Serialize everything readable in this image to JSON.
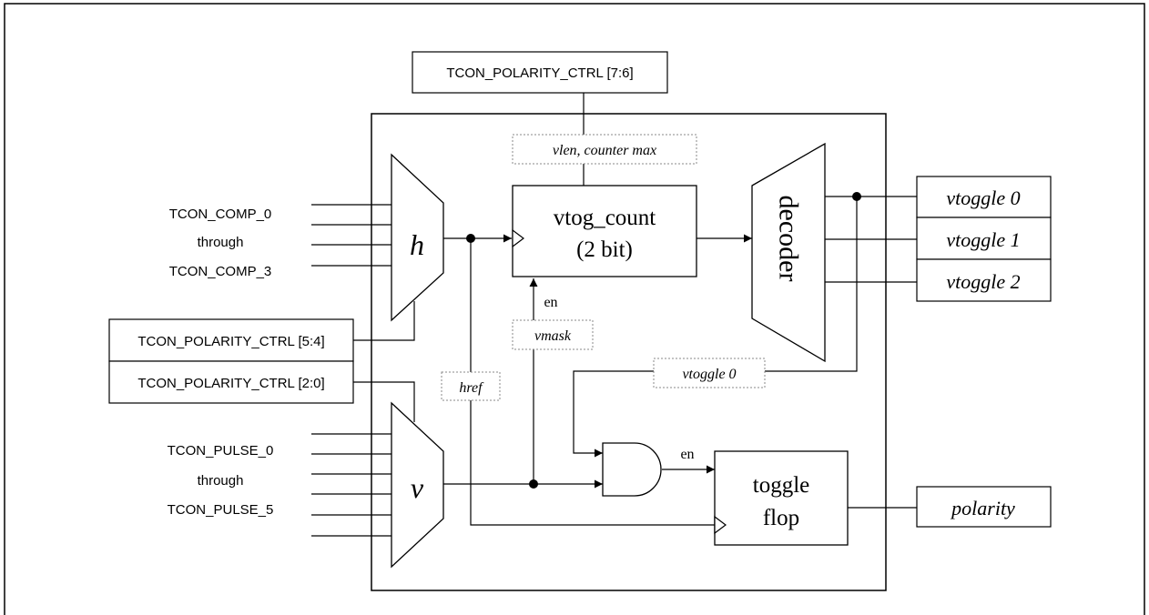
{
  "blocks": {
    "polarity_ctrl_top": "TCON_POLARITY_CTRL [7:6]",
    "polarity_ctrl_h": "TCON_POLARITY_CTRL [5:4]",
    "polarity_ctrl_v": "TCON_POLARITY_CTRL [2:0]",
    "counter_line1": "vtog_count",
    "counter_line2": "(2 bit)",
    "decoder": "decoder",
    "flop_line1": "toggle",
    "flop_line2": "flop",
    "mux_h": "h",
    "mux_v": "v"
  },
  "inputs": {
    "comp_first": "TCON_COMP_0",
    "comp_through": "through",
    "comp_last": "TCON_COMP_3",
    "pulse_first": "TCON_PULSE_0",
    "pulse_through": "through",
    "pulse_last": "TCON_PULSE_5"
  },
  "outputs": {
    "vtoggle0": "vtoggle 0",
    "vtoggle1": "vtoggle 1",
    "vtoggle2": "vtoggle 2",
    "polarity": "polarity"
  },
  "signals": {
    "vlen": "vlen, counter max",
    "vmask": "vmask",
    "href": "href",
    "vtoggle0_feedback": "vtoggle 0",
    "en_counter": "en",
    "en_flop": "en"
  }
}
